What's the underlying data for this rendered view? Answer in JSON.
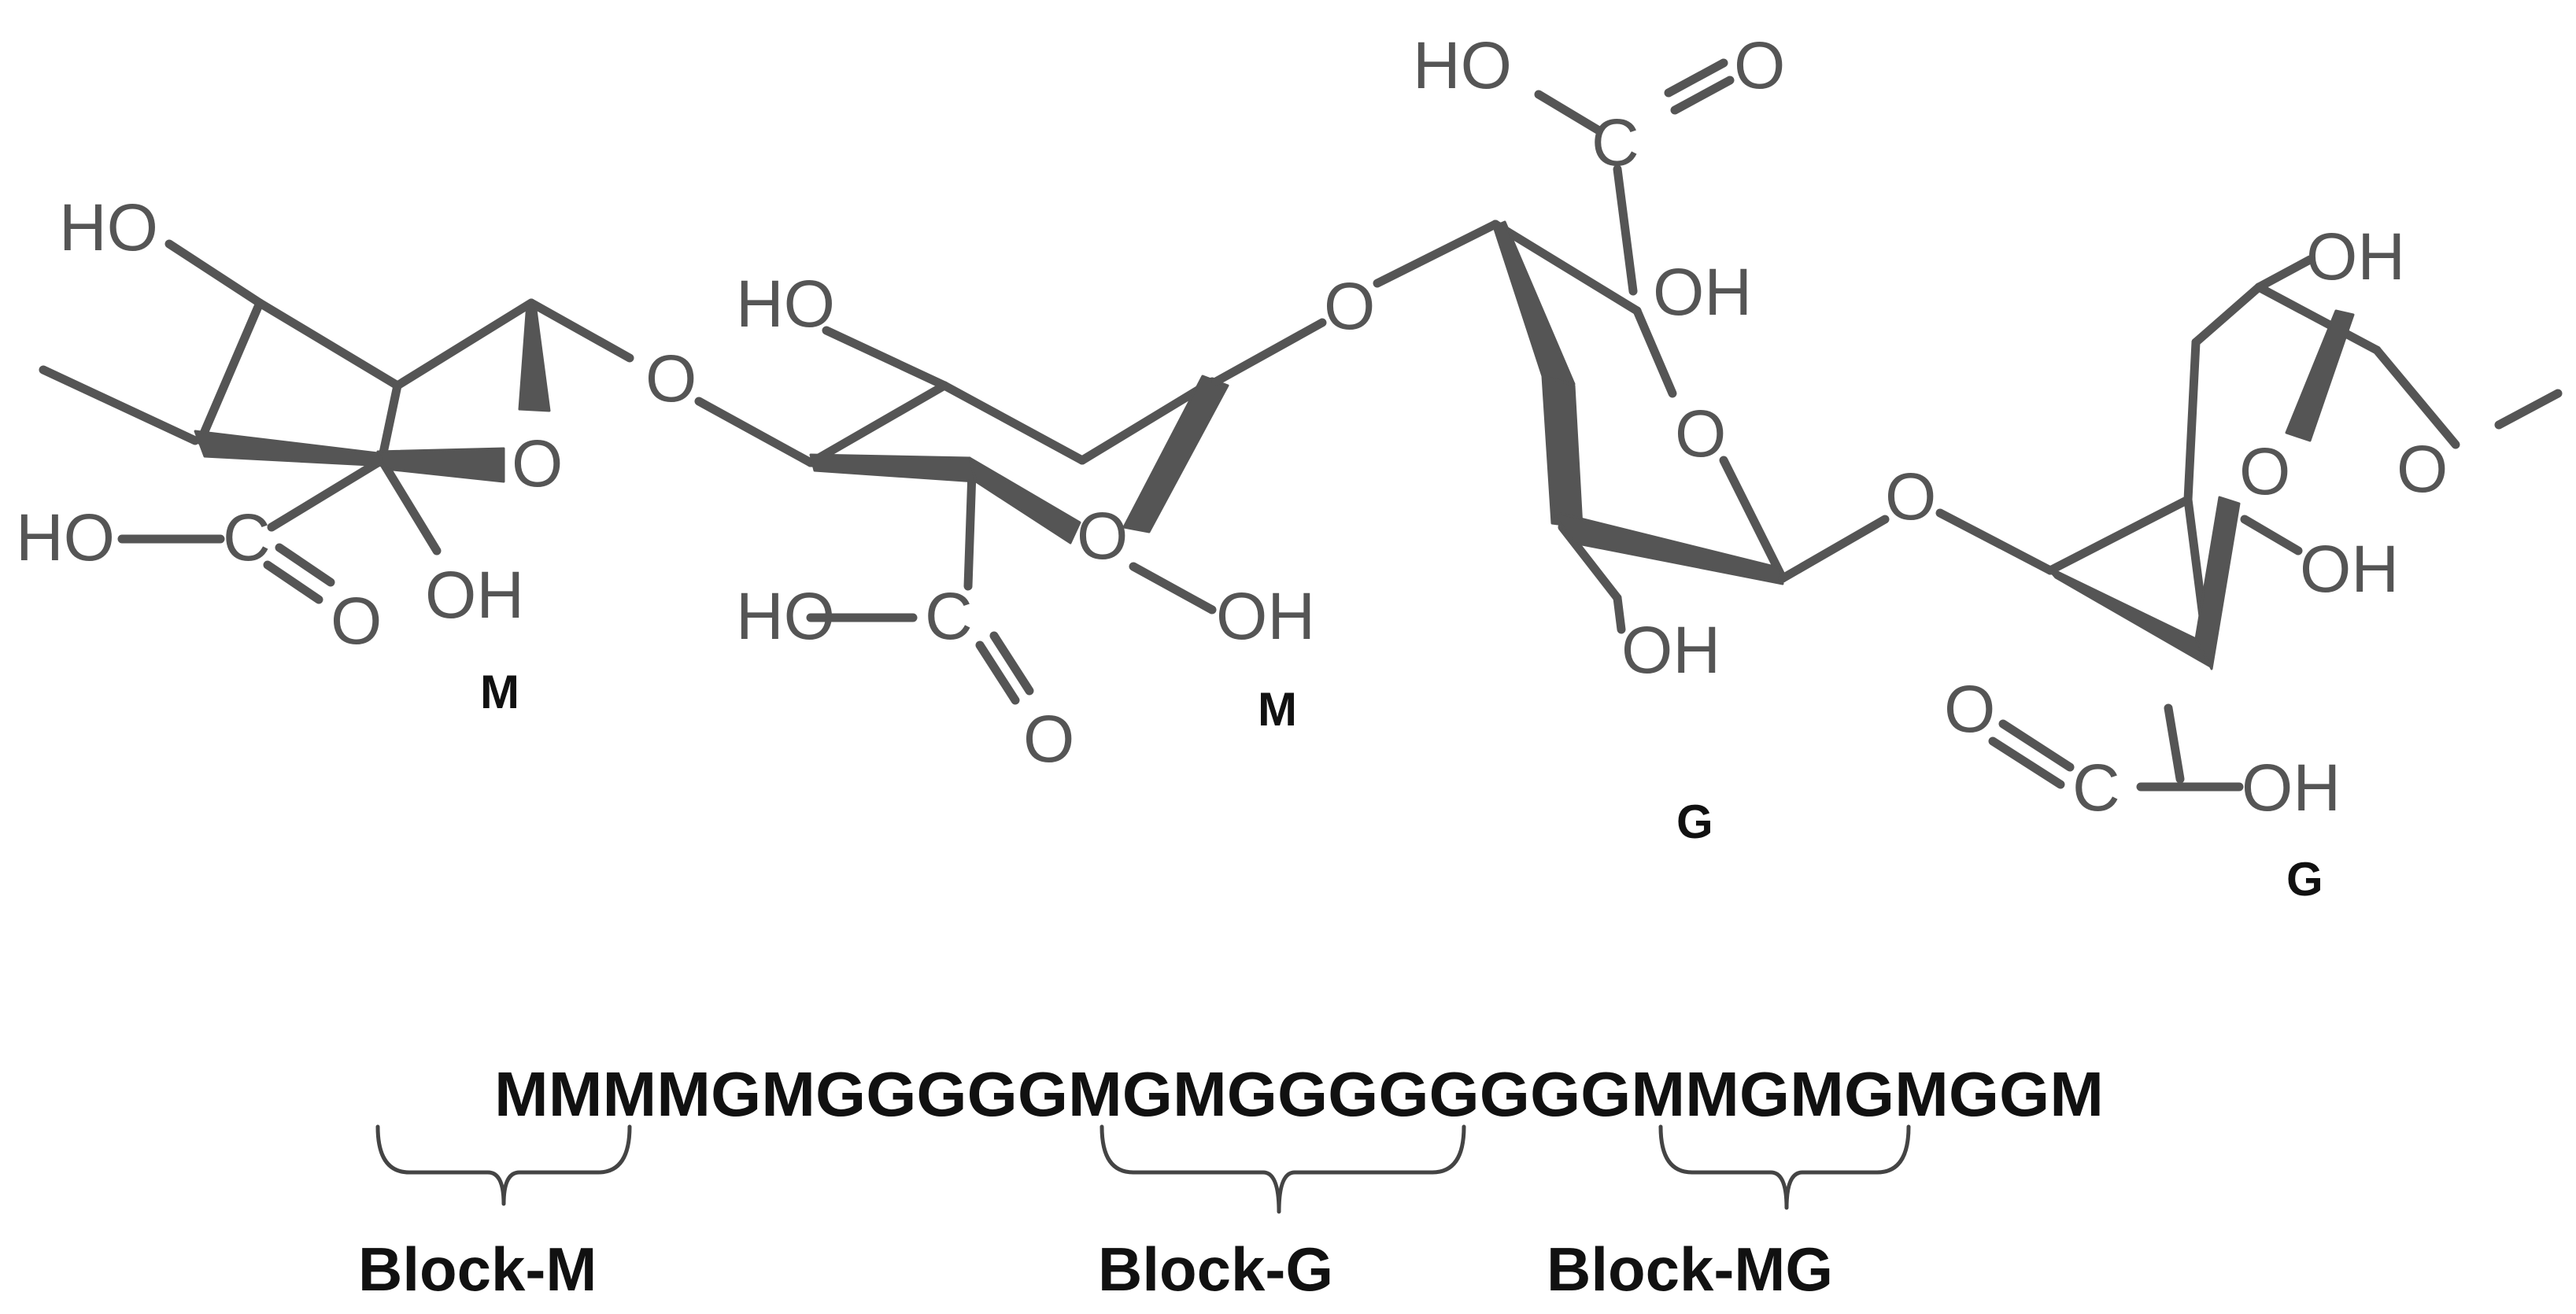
{
  "structure": {
    "units": [
      {
        "label": "M",
        "atoms": {
          "ho_top": "HO",
          "ring_o": "O",
          "cooh_ho": "HO",
          "cooh_c": "C",
          "cooh_o": "O",
          "oh": "OH"
        }
      },
      {
        "label": "M",
        "atoms": {
          "ho_top": "HO",
          "ring_o": "O",
          "cooh_ho": "HO",
          "cooh_c": "C",
          "cooh_o": "O",
          "oh": "OH"
        }
      },
      {
        "label": "G",
        "atoms": {
          "cooh_ho": "HO",
          "cooh_o": "O",
          "cooh_c": "C",
          "oh_top": "OH",
          "ring_o": "O",
          "oh_bottom": "OH"
        }
      },
      {
        "label": "G",
        "atoms": {
          "oh_top": "OH",
          "ring_o": "O",
          "oh_right": "OH",
          "cooh_o": "O",
          "cooh_c": "C",
          "cooh_oh": "OH"
        }
      }
    ],
    "linkages": [
      "O",
      "O",
      "O",
      "O"
    ]
  },
  "sequence": "MMMMGMGGGGGMGMGGGGGGGGMMGMGMGGM",
  "blocks": [
    {
      "label": "Block-M"
    },
    {
      "label": "Block-G"
    },
    {
      "label": "Block-MG"
    }
  ]
}
